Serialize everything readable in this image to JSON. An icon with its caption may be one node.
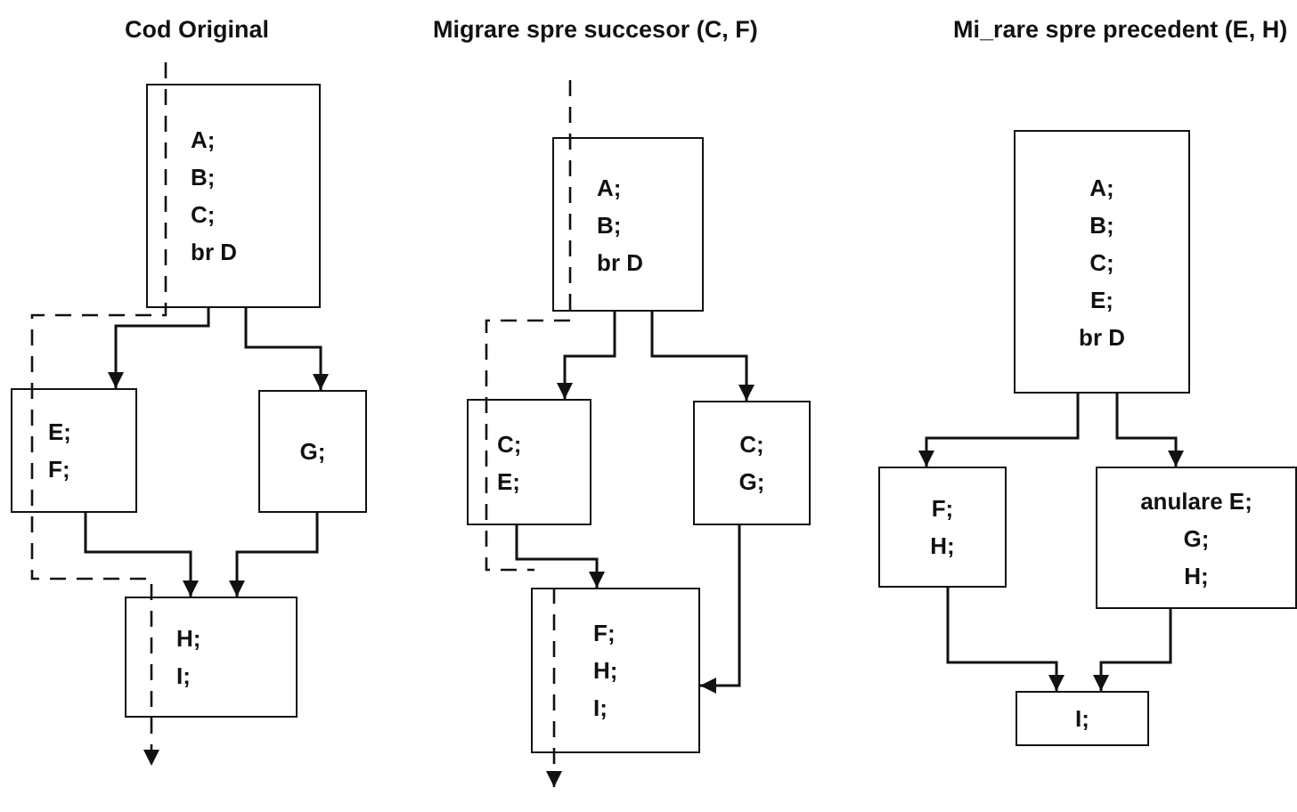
{
  "diagram": {
    "nodes": [
      {
        "text": [
          "A;",
          "B;",
          "C;",
          "br D"
        ]
      },
      {
        "text": [
          "E;",
          "F;"
        ]
      },
      {
        "text": [
          "G;"
        ]
      },
      {
        "text": [
          "H;",
          "I;"
        ]
      },
      {
        "text": [
          "A;",
          "B;",
          "br D"
        ]
      },
      {
        "text": [
          "C;",
          "E;"
        ]
      },
      {
        "text": [
          "C;",
          "G;"
        ]
      },
      {
        "text": [
          "F;",
          "H;",
          "I;"
        ]
      },
      {
        "text": [
          "A;",
          "B;",
          "C;",
          "E;",
          "br D"
        ]
      },
      {
        "text": [
          "F;",
          "H;"
        ]
      },
      {
        "text": [
          "anulare E;",
          "G;",
          "H;"
        ]
      },
      {
        "text": [
          "I;"
        ]
      }
    ],
    "edges": [
      {
        "from": 0,
        "to": 1,
        "arrow": "to"
      },
      {
        "from": 0,
        "to": 2,
        "arrow": "to"
      },
      {
        "from": 1,
        "to": 3,
        "arrow": "to"
      },
      {
        "from": 2,
        "to": 3,
        "arrow": "to"
      },
      {
        "from": 4,
        "to": 5,
        "arrow": "to"
      },
      {
        "from": 4,
        "to": 6,
        "arrow": "to"
      },
      {
        "from": 5,
        "to": 7,
        "arrow": "to"
      },
      {
        "from": 6,
        "to": 7,
        "arrow": "to"
      },
      {
        "from": 8,
        "to": 9,
        "arrow": "to"
      },
      {
        "from": 8,
        "to": 10,
        "arrow": "to"
      },
      {
        "from": 9,
        "to": 11,
        "arrow": "to"
      },
      {
        "from": 10,
        "to": 11,
        "arrow": "to"
      }
    ],
    "labels": [
      "Cod Original",
      "Migrare spre succesor (C, F)",
      "Mi_rare spre precedent (E, H)"
    ]
  }
}
